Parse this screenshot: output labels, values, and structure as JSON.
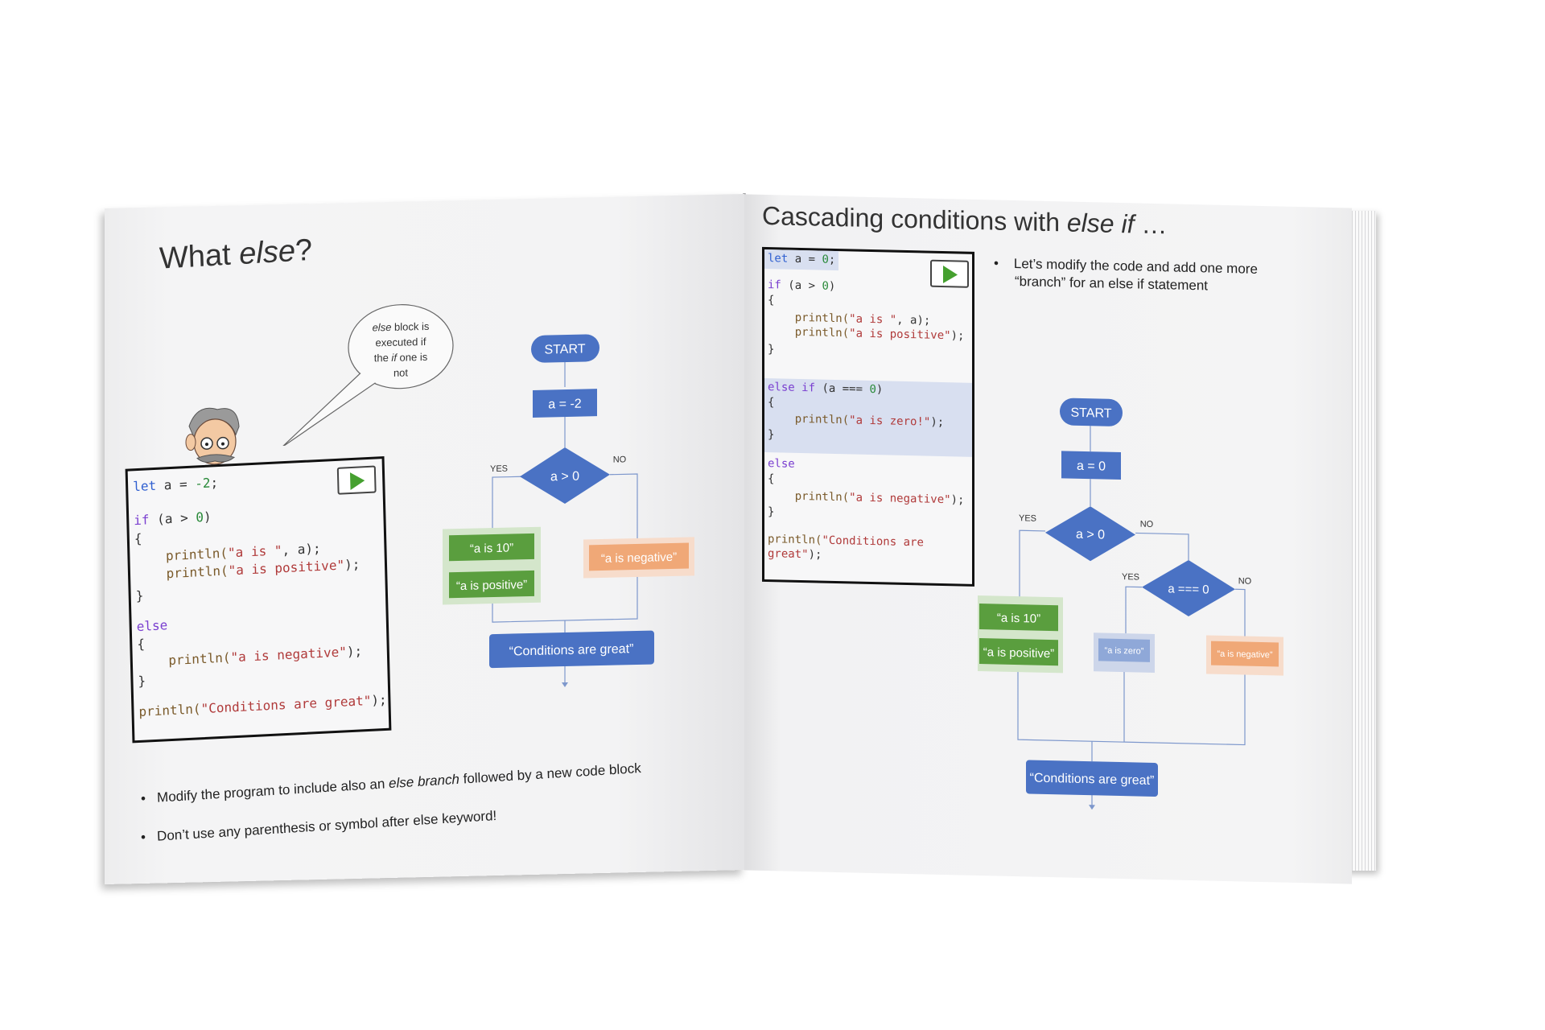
{
  "left_page": {
    "title_prefix": "What ",
    "title_italic": "else",
    "title_suffix": "?",
    "bubble": {
      "line1_italic": "else",
      "line1_rest": " block is",
      "line2": "executed if",
      "line3_prefix": "the ",
      "line3_italic": "if",
      "line3_rest": " one is",
      "line4": "not"
    },
    "code": {
      "l1_kw": "let",
      "l1_var": " a = ",
      "l1_num": "-2",
      "l1_end": ";",
      "l2_kw": "if",
      "l2_a": " (a > ",
      "l2_num": "0",
      "l2_b": ")",
      "l3": "{",
      "l4_fn": "    println(",
      "l4_str": "\"a is \"",
      "l4_end": ", a);",
      "l5_fn": "    println(",
      "l5_str": "\"a is positive\"",
      "l5_end": ");",
      "l6": "}",
      "l7_kw": "else",
      "l8": "{",
      "l9_fn": "    println(",
      "l9_str": "\"a is negative\"",
      "l9_end": ");",
      "l10": "}",
      "l11_fn": "println(",
      "l11_str": "\"Conditions are great\"",
      "l11_end": ");"
    },
    "flow": {
      "start": "START",
      "assign": "a = -2",
      "cond": "a > 0",
      "yes": "YES",
      "no": "NO",
      "box1": "“a is 10”",
      "box2": "“a is positive”",
      "neg": "“a is negative”",
      "end": "“Conditions are great”"
    },
    "bullets": {
      "b1_pre": "Modify the program to include also an ",
      "b1_italic": "else branch",
      "b1_post": " followed by a new code block",
      "b2": "Don’t use any parenthesis or symbol after else keyword!"
    }
  },
  "right_page": {
    "title_prefix": "Cascading conditions with ",
    "title_italic": "else if",
    "title_suffix": " …",
    "bullet_line1": "Let’s modify the code and add one more",
    "bullet_line2": "“branch” for an else if statement",
    "code": {
      "l1_kw": "let",
      "l1_var": " a = ",
      "l1_num": "0",
      "l1_end": ";",
      "l2_kw": "if",
      "l2_a": " (a > ",
      "l2_num": "0",
      "l2_b": ")",
      "l3": "{",
      "l4_fn": "    println(",
      "l4_str": "\"a is \"",
      "l4_end": ", a);",
      "l5_fn": "    println(",
      "l5_str": "\"a is positive\"",
      "l5_end": ");",
      "l6": "}",
      "l7_kw": "else if",
      "l7_a": " (a === ",
      "l7_num": "0",
      "l7_b": ")",
      "l8": "{",
      "l9_fn": "    println(",
      "l9_str": "\"a is zero!\"",
      "l9_end": ");",
      "l10": "}",
      "l11_kw": "else",
      "l12": "{",
      "l13_fn": "    println(",
      "l13_str": "\"a is negative\"",
      "l13_end": ");",
      "l14": "}",
      "l15_fn": "println(",
      "l15_str": "\"Conditions are",
      "l16_str": "great\"",
      "l16_end": ");"
    },
    "flow": {
      "start": "START",
      "assign": "a = 0",
      "cond1": "a > 0",
      "cond2": "a === 0",
      "yes1": "YES",
      "no1": "NO",
      "yes2": "YES",
      "no2": "NO",
      "box1": "“a is 10”",
      "box2": "“a is positive”",
      "zero": "“a is zero”",
      "neg": "“a is negative”",
      "end": "“Conditions are great”"
    }
  },
  "colors": {
    "blue": "#4a72c4",
    "green": "#5a9e3e",
    "green_bg": "#d4e6cb",
    "orange": "#f0a877",
    "orange_bg": "#f7dccb",
    "lightblue": "#8fa8d8",
    "lightblue_bg": "#cdd6ea"
  }
}
